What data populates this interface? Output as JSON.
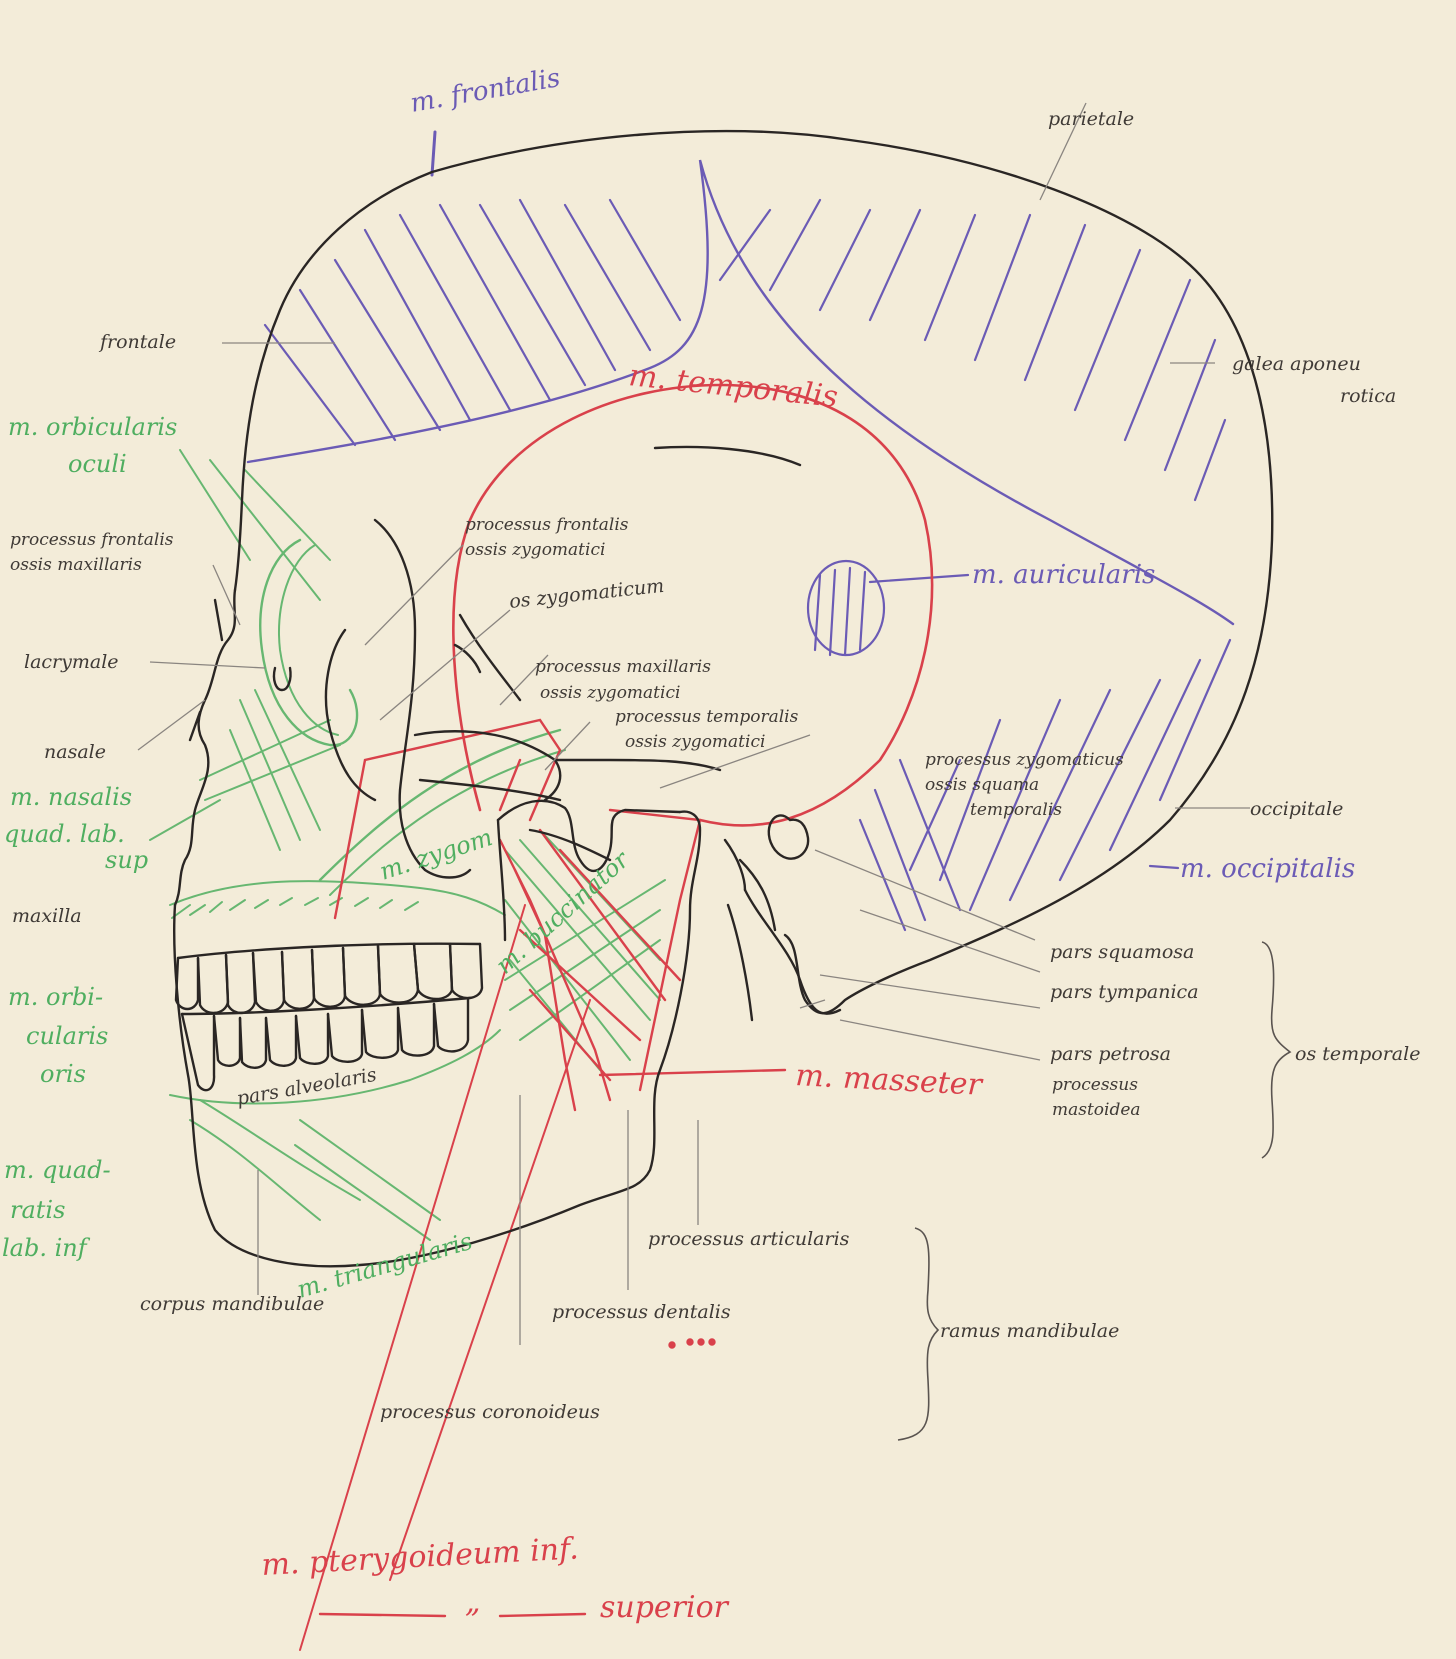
{
  "colors": {
    "paper": "#f3ecd9",
    "ink": "#3f3a36",
    "purple": "#6b5bb5",
    "red": "#d9414b",
    "green": "#4fae60"
  },
  "purple_labels": {
    "frontalis": "m. frontalis",
    "auricularis": "m. auricularis",
    "occipitalis": "m. occipitalis"
  },
  "red_labels": {
    "temporalis": "m. temporalis",
    "masseter": "m. masseter",
    "pterygoideum": "m. pterygoideum inf.",
    "pterygoideum_sup_mark": "„",
    "superior": "superior"
  },
  "green_labels": {
    "orbicularis_oculi_1": "m. orbicularis",
    "orbicularis_oculi_2": "oculi",
    "nasalis": "m. nasalis",
    "quad_sup_1": "quad. lab.",
    "quad_sup_2": "sup",
    "orbicularis_oris_1": "m. orbi-",
    "orbicularis_oris_2": "cularis",
    "orbicularis_oris_3": "oris",
    "quad_inf_1": "m. quad-",
    "quad_inf_2": "ratis",
    "quad_inf_3": "lab. inf",
    "zygom": "m. zygom",
    "buccinator": "m. buccinator",
    "triangularis": "m. triangularis"
  },
  "labels": {
    "parietale": "parietale",
    "frontale": "frontale",
    "galea_1": "galea aponeu",
    "galea_2": "rotica",
    "proc_frontalis_max_1": "processus frontalis",
    "proc_frontalis_max_2": "ossis maxillaris",
    "lacrymale": "lacrymale",
    "nasale": "nasale",
    "maxilla": "maxilla",
    "proc_frontalis_zyg_1": "processus frontalis",
    "proc_frontalis_zyg_2": "ossis zygomatici",
    "os_zygomaticum": "os zygomaticum",
    "proc_maxillaris_1": "processus maxillaris",
    "proc_maxillaris_2": "ossis zygomatici",
    "proc_temporalis_1": "processus temporalis",
    "proc_temporalis_2": "ossis zygomatici",
    "proc_zyg_squama_1": "processus zygomaticus",
    "proc_zyg_squama_2": "ossis squama",
    "proc_zyg_squama_3": "temporalis",
    "occipitale": "occipitale",
    "pars_squamosa": "pars squamosa",
    "pars_tympanica": "pars tympanica",
    "pars_petrosa": "pars petrosa",
    "proc_mastoidea_1": "processus",
    "proc_mastoidea_2": "mastoidea",
    "os_temporale": "os temporale",
    "pars_alveolaris": "pars alveolaris",
    "proc_articularis": "processus articularis",
    "proc_dentalis": "processus dentalis",
    "ramus": "ramus mandibulae",
    "corpus": "corpus mandibulae",
    "proc_coronoideus": "processus coronoideus"
  }
}
